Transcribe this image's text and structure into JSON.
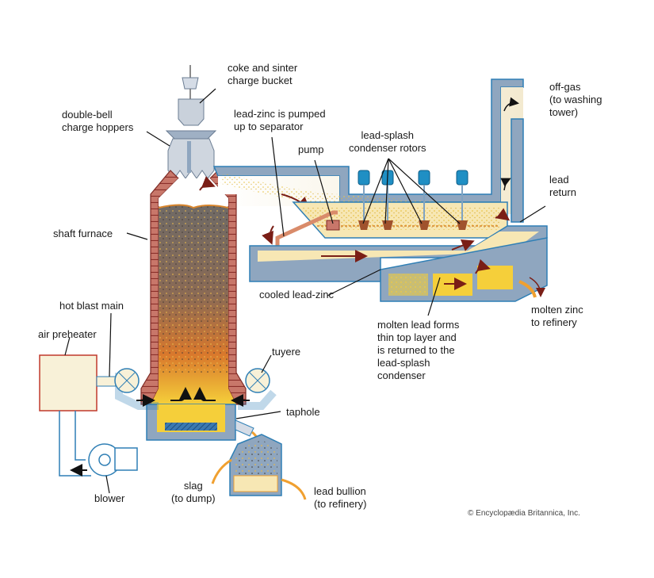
{
  "title": "Imperial Smelting process: lead-zinc blast furnace with lead-splash condenser",
  "colors": {
    "steel_blue": "#2f7fb5",
    "steel_fill": "#8fa6bf",
    "steel_light": "#d5dce6",
    "brick": "#9c3b34",
    "brick_light": "#c8776a",
    "charge_gray": "#6f6a66",
    "hot_orange": "#e07a28",
    "molten_yellow": "#f5c93a",
    "pale_yellow": "#f7e7b4",
    "rotor_blue": "#1f8fc4",
    "arrow_red": "#7a1e16",
    "cream": "#f8f1d8"
  },
  "labels": {
    "coke_bucket": "coke and sinter\ncharge bucket",
    "hoppers": "double-bell\ncharge hoppers",
    "pumped": "lead-zinc is pumped\nup to separator",
    "pump": "pump",
    "rotors": "lead-splash\ncondenser rotors",
    "offgas": "off-gas\n(to washing\ntower)",
    "lead_return": "lead\nreturn",
    "shaft_furnace": "shaft furnace",
    "cooled": "cooled lead-zinc",
    "hot_blast": "hot blast main",
    "preheater": "air preheater",
    "tuyere": "tuyere",
    "molten_lead": "molten lead forms\nthin top layer and\nis returned to the\nlead-splash\ncondenser",
    "molten_zinc": "molten zinc\nto refinery",
    "taphole": "taphole",
    "blower": "blower",
    "slag": "slag\n(to dump)",
    "bullion": "lead bullion\n(to refinery)"
  },
  "credit": "© Encyclopædia Britannica, Inc."
}
